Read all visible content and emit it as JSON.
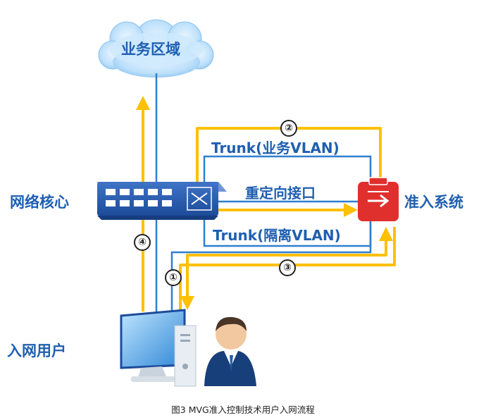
{
  "nodes": {
    "cloud": "业务区域",
    "core_switch": "网络核心",
    "nac_system": "准入系统",
    "user": "入网用户"
  },
  "links": {
    "trunk_business": "Trunk(业务VLAN)",
    "redirect_interface": "重定向接口",
    "trunk_isolation": "Trunk(隔离VLAN)"
  },
  "steps": [
    "①",
    "②",
    "③",
    "④"
  ],
  "caption": "图3   MVG准入控制技术用户入网流程",
  "colors": {
    "blue": "#2f7fd0",
    "label_blue": "#1f5fb0",
    "yellow": "#ffc000",
    "red": "#e0302e"
  }
}
